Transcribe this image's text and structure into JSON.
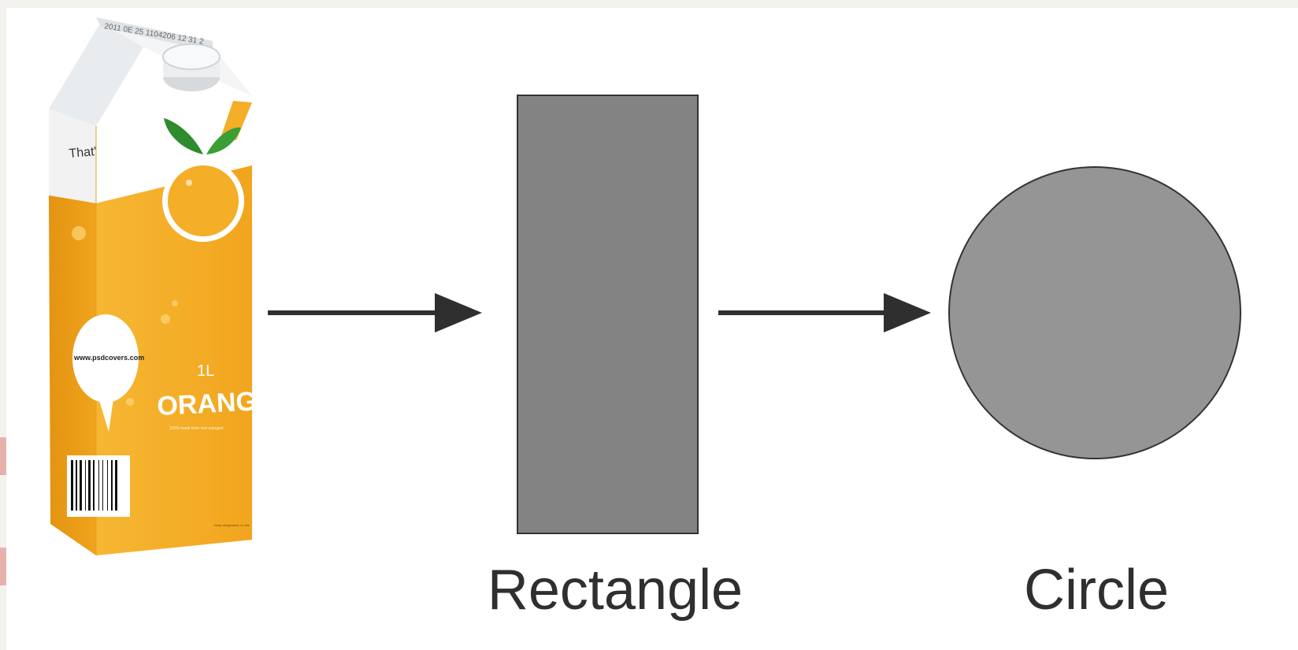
{
  "diagram": {
    "carton": {
      "date_code": "2011 0E 25 1104206 12 31 2",
      "slogan": "That's not pulp!",
      "website": "www.psdcovers.com",
      "volume": "1L",
      "brand": "ORANGE",
      "brand_subtitle": "100% made from real oranges!",
      "fine_print": "Keep refrigerated, no lids"
    },
    "nodes": [
      {
        "label": "Rectangle"
      },
      {
        "label": "Circle"
      }
    ],
    "colors": {
      "carton_orange": "#f4ae27",
      "rectangle_fill": "#838383",
      "circle_fill": "#959595",
      "arrow": "#2f2f2f",
      "background": "#ffffff"
    },
    "icons": [
      "carton-image",
      "arrow-right-icon",
      "rectangle-shape",
      "circle-shape"
    ]
  }
}
